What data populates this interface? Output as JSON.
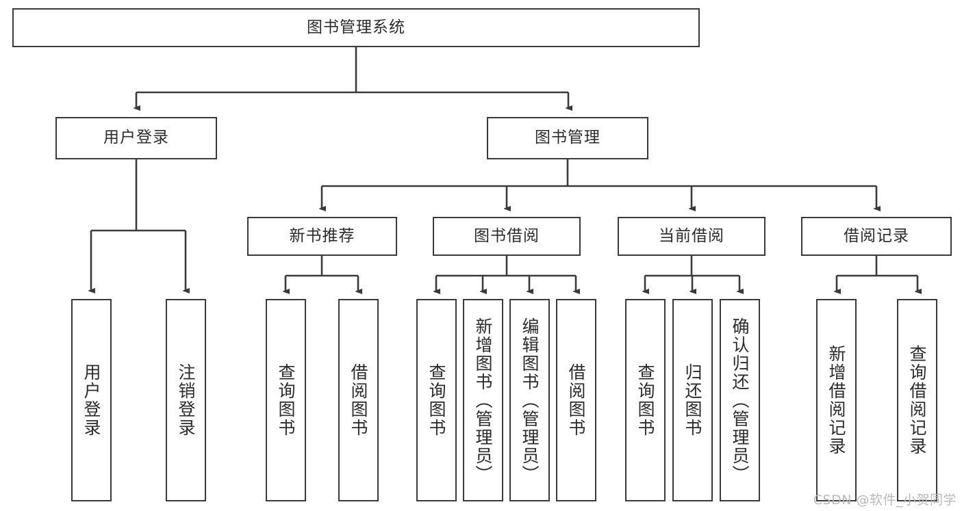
{
  "diagram": {
    "title": "图书管理系统",
    "type": "hierarchy-tree",
    "background_color": "#ffffff",
    "box_border_color": "#3a3a3a",
    "text_color": "#2b2b2b",
    "root": {
      "label": "图书管理系统"
    },
    "level2": [
      {
        "label": "用户登录"
      },
      {
        "label": "图书管理"
      }
    ],
    "level3": [
      {
        "label": "新书推荐"
      },
      {
        "label": "图书借阅"
      },
      {
        "label": "当前借阅"
      },
      {
        "label": "借阅记录"
      }
    ],
    "leaves": {
      "user_login": [
        {
          "label": "用户登录"
        },
        {
          "label": "注销登录"
        }
      ],
      "new_book_recommend": [
        {
          "label": "查询图书"
        },
        {
          "label": "借阅图书"
        }
      ],
      "book_borrow": [
        {
          "label": "查询图书"
        },
        {
          "label": "新增图书（管理员）"
        },
        {
          "label": "编辑图书（管理员）"
        },
        {
          "label": "借阅图书"
        }
      ],
      "current_borrow": [
        {
          "label": "查询图书"
        },
        {
          "label": "归还图书"
        },
        {
          "label": "确认归还（管理员）"
        }
      ],
      "borrow_record": [
        {
          "label": "新增借阅记录"
        },
        {
          "label": "查询借阅记录"
        }
      ]
    }
  },
  "watermark": {
    "text": "CSDN @软件_小贺同学"
  }
}
